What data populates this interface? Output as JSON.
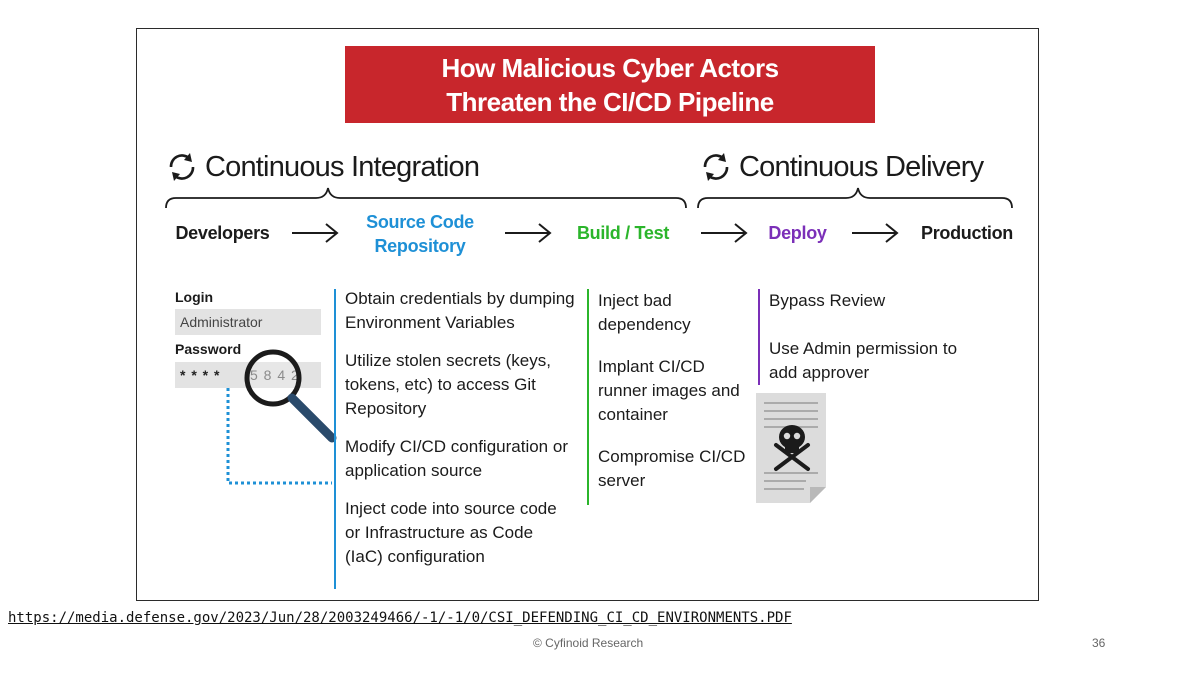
{
  "banner": {
    "line1": "How Malicious Cyber Actors",
    "line2": "Threaten the CI/CD Pipeline"
  },
  "phases": {
    "ci": "Continuous Integration",
    "cd": "Continuous Delivery"
  },
  "stages": {
    "developers": "Developers",
    "source_line1": "Source Code",
    "source_line2": "Repository",
    "build": "Build / Test",
    "deploy": "Deploy",
    "production": "Production"
  },
  "colors": {
    "banner": "#c8262c",
    "source": "#1e90d6",
    "build": "#2bb52b",
    "deploy": "#7b2fb8"
  },
  "login": {
    "login_label": "Login",
    "user_value": "Administrator",
    "password_label": "Password",
    "masked": "* * * *",
    "revealed": "5 8 4 2"
  },
  "source_actions": [
    "Obtain credentials by dumping Environment Variables",
    "Utilize stolen secrets (keys, tokens, etc) to access Git Repository",
    "Modify CI/CD configuration or application source",
    "Inject code into source code or Infrastructure as Code (IaC) configuration"
  ],
  "build_actions": [
    "Inject bad dependency",
    "Implant CI/CD runner images and container",
    "Compromise CI/CD server"
  ],
  "deploy_actions": [
    "Bypass Review",
    "Use Admin permission to add approver"
  ],
  "icons": [
    "cycle-icon",
    "magnifier-icon",
    "skull-document-icon",
    "arrow-right-icon"
  ],
  "source_link": "https://media.defense.gov/2023/Jun/28/2003249466/-1/-1/0/CSI_DEFENDING_CI_CD_ENVIRONMENTS.PDF",
  "footer": {
    "credit": "© Cyfinoid Research",
    "page": "36"
  }
}
